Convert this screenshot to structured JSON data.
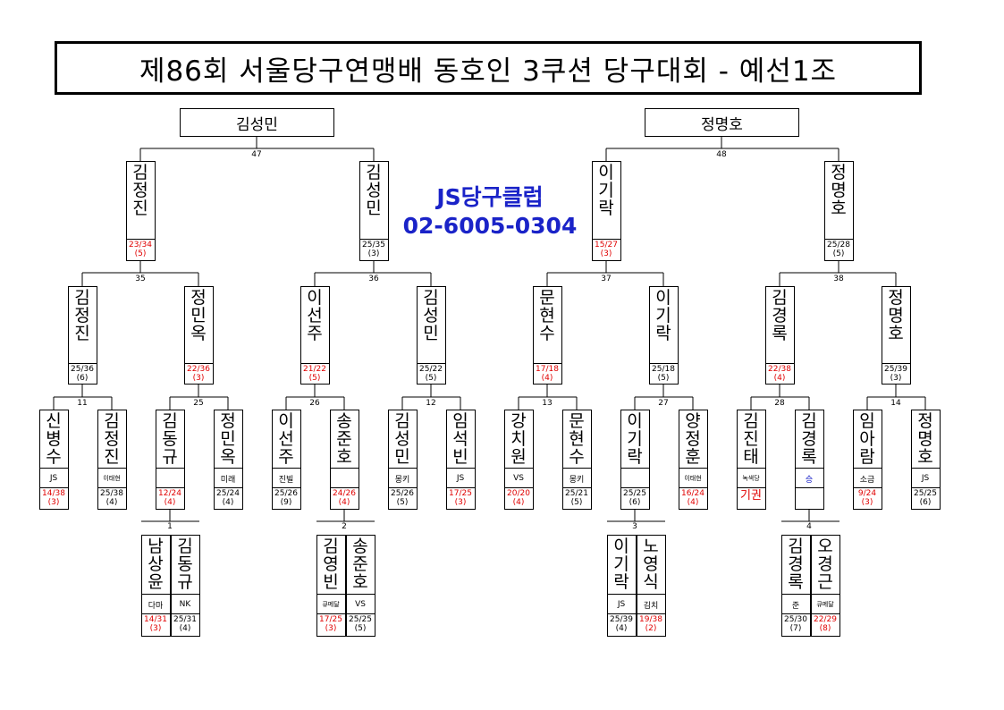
{
  "title": "제86회 서울당구연맹배 동호인 3쿠션 당구대회 - 예선1조",
  "advert": {
    "line1": "JS당구클럽",
    "line2": "02-6005-0304"
  },
  "finals": {
    "left": "김성민",
    "right": "정명호"
  },
  "match_numbers": {
    "m1": "1",
    "m2": "2",
    "m3": "3",
    "m4": "4",
    "m11": "11",
    "m12": "12",
    "m13": "13",
    "m14": "14",
    "m25": "25",
    "m26": "26",
    "m27": "27",
    "m28": "28",
    "m35": "35",
    "m36": "36",
    "m37": "37",
    "m38": "38",
    "m47": "47",
    "m48": "48"
  },
  "round1": [
    {
      "name": "김정진",
      "score": "23/34",
      "inn": "(5)",
      "red": true
    },
    {
      "name": "김성민",
      "score": "25/35",
      "inn": "(3)",
      "red": false
    },
    {
      "name": "이기락",
      "score": "15/27",
      "inn": "(3)",
      "red": true
    },
    {
      "name": "정명호",
      "score": "25/28",
      "inn": "(5)",
      "red": false
    }
  ],
  "round2": [
    {
      "name": "김정진",
      "score": "25/36",
      "inn": "(6)",
      "red": false
    },
    {
      "name": "정민옥",
      "score": "22/36",
      "inn": "(3)",
      "red": true
    },
    {
      "name": "이선주",
      "score": "21/22",
      "inn": "(5)",
      "red": true
    },
    {
      "name": "김성민",
      "score": "25/22",
      "inn": "(5)",
      "red": false
    },
    {
      "name": "문현수",
      "score": "17/18",
      "inn": "(4)",
      "red": true
    },
    {
      "name": "이기락",
      "score": "25/18",
      "inn": "(5)",
      "red": false
    },
    {
      "name": "김경록",
      "score": "22/38",
      "inn": "(4)",
      "red": true
    },
    {
      "name": "정명호",
      "score": "25/39",
      "inn": "(3)",
      "red": false
    }
  ],
  "round3": [
    {
      "name": "신병수",
      "club": "JS",
      "score": "14/38",
      "inn": "(3)",
      "red": true
    },
    {
      "name": "김정진",
      "club": "이태현",
      "score": "25/38",
      "inn": "(4)",
      "red": false,
      "small": true
    },
    {
      "name": "김동규",
      "club": "",
      "score": "12/24",
      "inn": "(4)",
      "red": true
    },
    {
      "name": "정민옥",
      "club": "미래",
      "score": "25/24",
      "inn": "(4)",
      "red": false
    },
    {
      "name": "이선주",
      "club": "진빌",
      "score": "25/26",
      "inn": "(9)",
      "red": false
    },
    {
      "name": "송준호",
      "club": "",
      "score": "24/26",
      "inn": "(4)",
      "red": true
    },
    {
      "name": "김성민",
      "club": "몽키",
      "score": "25/26",
      "inn": "(5)",
      "red": false
    },
    {
      "name": "임석빈",
      "club": "JS",
      "score": "17/25",
      "inn": "(3)",
      "red": true
    },
    {
      "name": "강치원",
      "club": "VS",
      "score": "20/20",
      "inn": "(4)",
      "red": true
    },
    {
      "name": "문현수",
      "club": "몽키",
      "score": "25/21",
      "inn": "(5)",
      "red": false
    },
    {
      "name": "이기락",
      "club": "",
      "score": "25/25",
      "inn": "(6)",
      "red": false
    },
    {
      "name": "양정훈",
      "club": "이태현",
      "score": "16/24",
      "inn": "(4)",
      "red": true,
      "small": true
    },
    {
      "name": "김진태",
      "club": "녹색당",
      "club2": "기권",
      "score": "",
      "inn": "",
      "red": true,
      "small": true
    },
    {
      "name": "김경록",
      "club": "승",
      "score": "",
      "inn": "",
      "red": false,
      "blue": true
    },
    {
      "name": "임아람",
      "club": "소금",
      "score": "9/24",
      "inn": "(3)",
      "red": true
    },
    {
      "name": "정명호",
      "club": "JS",
      "score": "25/25",
      "inn": "(6)",
      "red": false
    }
  ],
  "round4": [
    {
      "name": "남상윤",
      "club": "다마",
      "score": "14/31",
      "inn": "(3)",
      "red": true
    },
    {
      "name": "김동규",
      "club": "NK",
      "score": "25/31",
      "inn": "(4)",
      "red": false
    },
    {
      "name": "김영빈",
      "club": "큐메달",
      "score": "17/25",
      "inn": "(3)",
      "red": true,
      "small": true
    },
    {
      "name": "송준호",
      "club": "VS",
      "score": "25/25",
      "inn": "(5)",
      "red": false
    },
    {
      "name": "이기락",
      "club": "JS",
      "score": "25/39",
      "inn": "(4)",
      "red": false
    },
    {
      "name": "노영식",
      "club": "김치",
      "score": "19/38",
      "inn": "(2)",
      "red": true
    },
    {
      "name": "김경록",
      "club": "준",
      "score": "25/30",
      "inn": "(7)",
      "red": false
    },
    {
      "name": "오경근",
      "club": "큐메달",
      "score": "22/29",
      "inn": "(8)",
      "red": true,
      "small": true
    }
  ]
}
